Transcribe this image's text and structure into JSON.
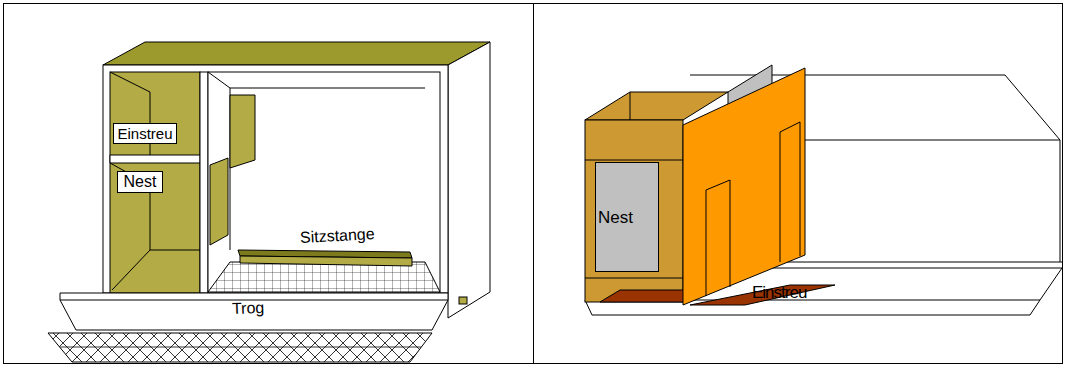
{
  "diagram": {
    "nodes": [
      {
        "text": [
          "Einstreu"
        ]
      },
      {
        "text": [
          "Nest"
        ]
      },
      {
        "text": [
          "Nest"
        ]
      }
    ],
    "labels": [
      "Sitzstange",
      "Trog",
      "Einstreu"
    ]
  }
}
